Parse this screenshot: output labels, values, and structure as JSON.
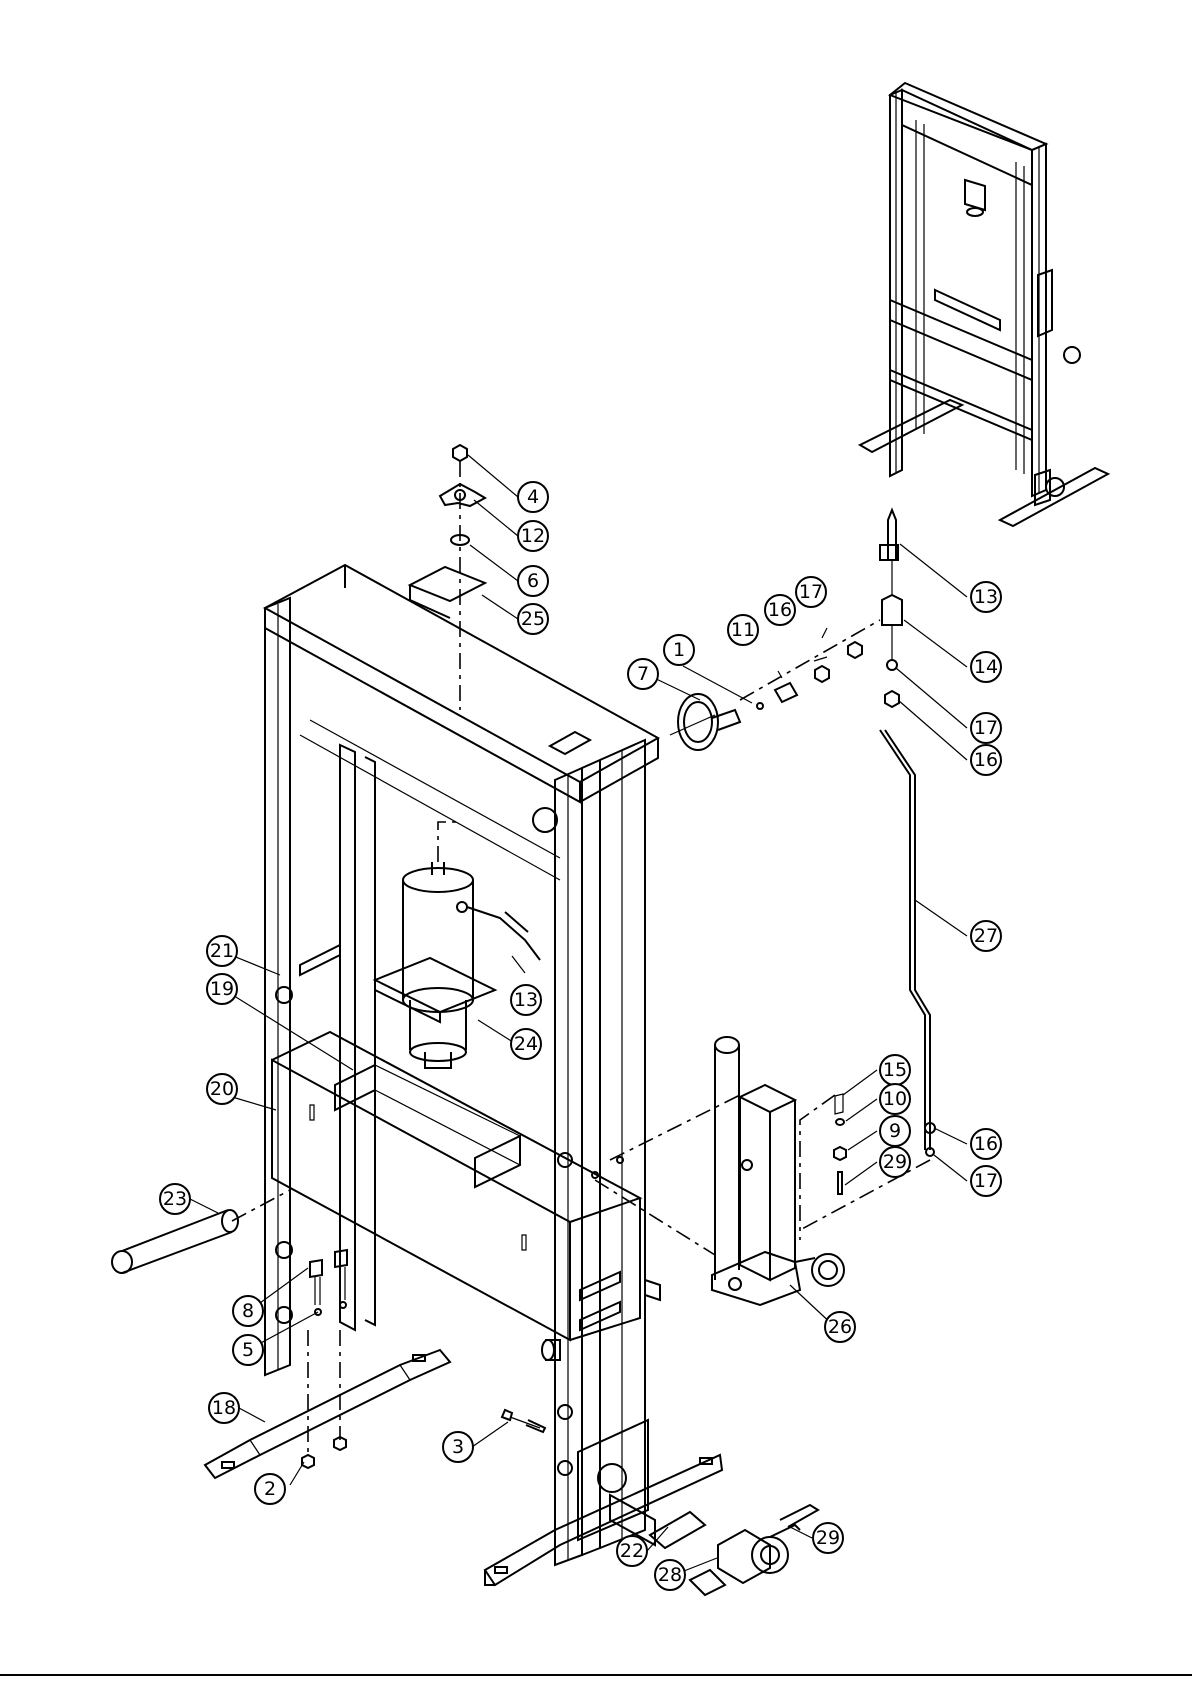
{
  "drawing": {
    "callouts": [
      "4",
      "12",
      "6",
      "25",
      "13",
      "17",
      "16",
      "11",
      "1",
      "7",
      "14",
      "17",
      "16",
      "27",
      "21",
      "19",
      "13",
      "24",
      "20",
      "15",
      "10",
      "9",
      "29",
      "16",
      "17",
      "23",
      "26",
      "8",
      "5",
      "18",
      "3",
      "2",
      "22",
      "28",
      "29"
    ]
  }
}
